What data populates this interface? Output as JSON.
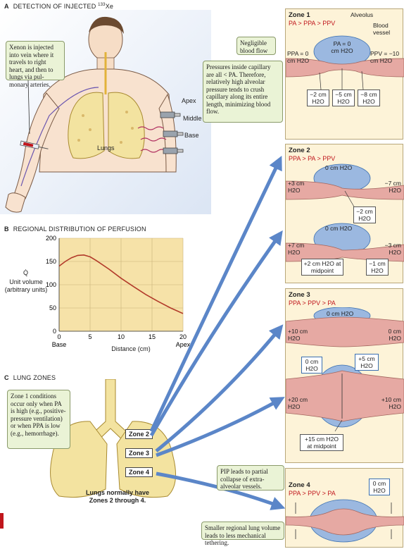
{
  "sections": {
    "a": {
      "letter": "A",
      "title": "DETECTION OF INJECTED ",
      "sup": "133",
      "title_end": "Xe"
    },
    "b": {
      "letter": "B",
      "title": "REGIONAL DISTRIBUTION OF PERFUSION"
    },
    "c": {
      "letter": "C",
      "title": "LUNG ZONES"
    }
  },
  "panel_a": {
    "note": "Xenon is injected into vein where it travels to right heart, and then to lungs via pul-monary arteries.",
    "lungs_label": "Lungs",
    "detectors": [
      "Apex",
      "Middle",
      "Base"
    ]
  },
  "chart_data": {
    "type": "line",
    "title": "",
    "ylabel_q": "Q̇",
    "ylabel": "Unit volume (arbitrary units)",
    "xlabel": "Distance (cm)",
    "xlim": [
      0,
      20
    ],
    "ylim": [
      0,
      200
    ],
    "xticks": [
      "0",
      "5",
      "10",
      "15",
      "20"
    ],
    "yticks": [
      "0",
      "50",
      "100",
      "150",
      "200"
    ],
    "x_end_labels": {
      "left": "Base",
      "right": "Apex"
    },
    "grid": true,
    "x": [
      0,
      1,
      2,
      3,
      4,
      5,
      6,
      8,
      10,
      12,
      14,
      16,
      18,
      20
    ],
    "y": [
      140,
      150,
      158,
      163,
      164,
      160,
      152,
      134,
      114,
      96,
      79,
      64,
      50,
      38
    ]
  },
  "panel_c": {
    "note": "Zone 1 conditions occur only when PA is high (e.g., positive-pressure ventilation) or when PPA is low (e.g., hemorrhage).",
    "tags": [
      "Zone 2",
      "Zone 3",
      "Zone 4"
    ],
    "caption": "Lungs normally have Zones 2 through 4."
  },
  "zone1": {
    "title": "Zone 1",
    "cond": "PA > PPA > PPV",
    "alveolus": "Alveolus",
    "vessel": "Blood vessel",
    "pa": "PA = 0 cm H2O",
    "ppa": "PPA = 0 cm H2O",
    "ppv": "PPV = −10 cm H2O",
    "note_top": "Negligible blood flow",
    "note_main": "Pressures inside capillary are all < PA. Therefore, relatively high alveolar pressure tends to crush capillary along its entire length, minimizing blood flow.",
    "boxes": [
      "−2 cm H2O",
      "−5 cm H2O",
      "−8 cm H2O"
    ]
  },
  "zone2": {
    "title": "Zone 2",
    "cond": "PPA > PA > PPV",
    "a": {
      "alv": "0 cm H2O",
      "left": "+3 cm H2O",
      "right": "−7 cm H2O",
      "box": "−2 cm H2O"
    },
    "b": {
      "alv": "0 cm H2O",
      "left": "+7 cm H2O",
      "right": "−3 cm H2O",
      "box1": "+2 cm H2O at midpoint",
      "box2": "−1 cm H2O"
    }
  },
  "zone3": {
    "title": "Zone 3",
    "cond": "PPA > PPV > PA",
    "a": {
      "alv": "0 cm H2O",
      "left": "+10 cm H2O",
      "right": "0 cm H2O",
      "box": "+5 cm H2O"
    },
    "b": {
      "alv": "0 cm H2O",
      "left": "+20 cm H2O",
      "right": "+10 cm H2O",
      "box": "+15 cm H2O at midpoint"
    }
  },
  "zone4": {
    "title": "Zone 4",
    "cond": "PPA > PPV > PA",
    "alv": "0 cm H2O",
    "note_top": "PIP leads to partial collapse of extra-alveolar vessels.",
    "note_bottom": "Smaller regional lung volume leads to less mechanical tethering."
  },
  "colors": {
    "arrow": "#5b86c8",
    "alveolus": "#9bb8e0",
    "vessel": "#e6a9a3",
    "lung": "#f3e3a0",
    "panel": "#fdf3d8",
    "note": "#eaf3d6",
    "red": "#c0161c"
  }
}
